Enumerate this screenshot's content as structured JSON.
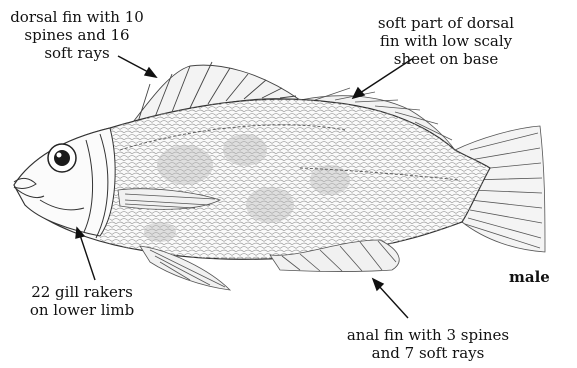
{
  "labels": {
    "dorsal_fin": "dorsal fin with 10\nspines and 16\nsoft rays",
    "soft_dorsal": "soft part of dorsal\nfin with low scaly\nsheet on base",
    "gill_rakers": "22 gill rakers\non lower limb",
    "anal_fin": "anal fin with 3 spines\nand 7 soft rays",
    "sex": "male"
  }
}
